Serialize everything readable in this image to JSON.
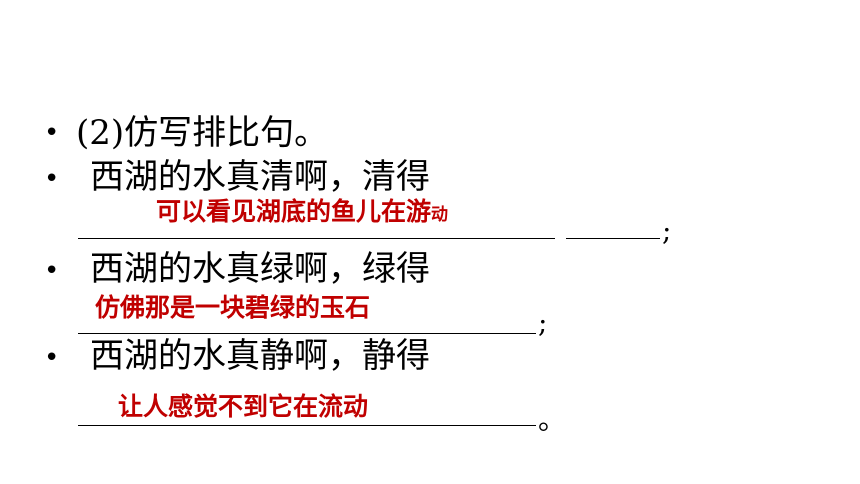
{
  "items": [
    {
      "bullet": "•",
      "text": "(2)仿写排比句。"
    },
    {
      "bullet": "•",
      "text": "西湖的水真清啊，清得"
    },
    {
      "bullet": "•",
      "text": "西湖的水真绿啊，绿得"
    },
    {
      "bullet": "•",
      "text": "西湖的水真静啊，静得"
    }
  ],
  "answers": [
    {
      "main": "可以看见湖底的鱼儿在游",
      "tail": "动"
    },
    {
      "main": "仿佛那是一块碧绿的玉石"
    },
    {
      "main": "让人感觉不到它在流动"
    }
  ],
  "punctuation": [
    ";",
    ";",
    "。"
  ],
  "colors": {
    "answer": "#c00000",
    "text": "#000000"
  }
}
